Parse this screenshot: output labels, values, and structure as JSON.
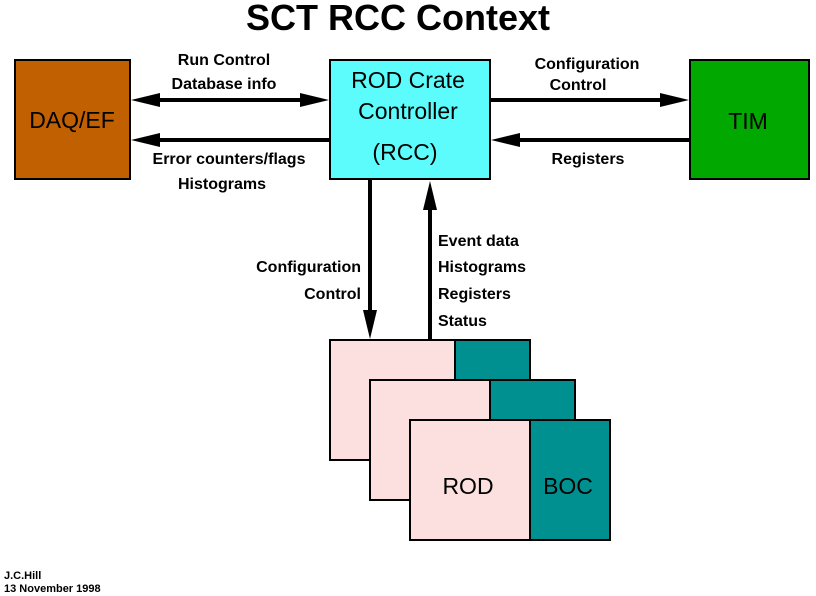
{
  "title": "SCT RCC Context",
  "colors": {
    "daq": "#c06000",
    "rcc": "#5cfcfc",
    "tim": "#00a800",
    "rod": "#fce0e0",
    "boc": "#009090",
    "line": "#000000"
  },
  "nodes": {
    "daq": {
      "label": "DAQ/EF"
    },
    "rcc": {
      "line1": "ROD Crate",
      "line2": "Controller",
      "line3": "(RCC)"
    },
    "tim": {
      "label": "TIM"
    },
    "rod": {
      "label": "ROD"
    },
    "boc": {
      "label": "BOC"
    }
  },
  "edges": {
    "rcc_daq_top": {
      "line1": "Run Control",
      "line2": "Database info"
    },
    "rcc_to_daq": {
      "line1": "Error counters/flags",
      "line2": "Histograms"
    },
    "rcc_to_tim": {
      "line1": "Configuration",
      "line2": "Control"
    },
    "tim_to_rcc": {
      "line1": "Registers"
    },
    "rcc_to_rod": {
      "line1": "Configuration",
      "line2": "Control"
    },
    "rod_to_rcc": {
      "line1": "Event data",
      "line2": "Histograms",
      "line3": "Registers",
      "line4": "Status"
    }
  },
  "credit": {
    "author": "J.C.Hill",
    "date": "13 November 1998"
  }
}
